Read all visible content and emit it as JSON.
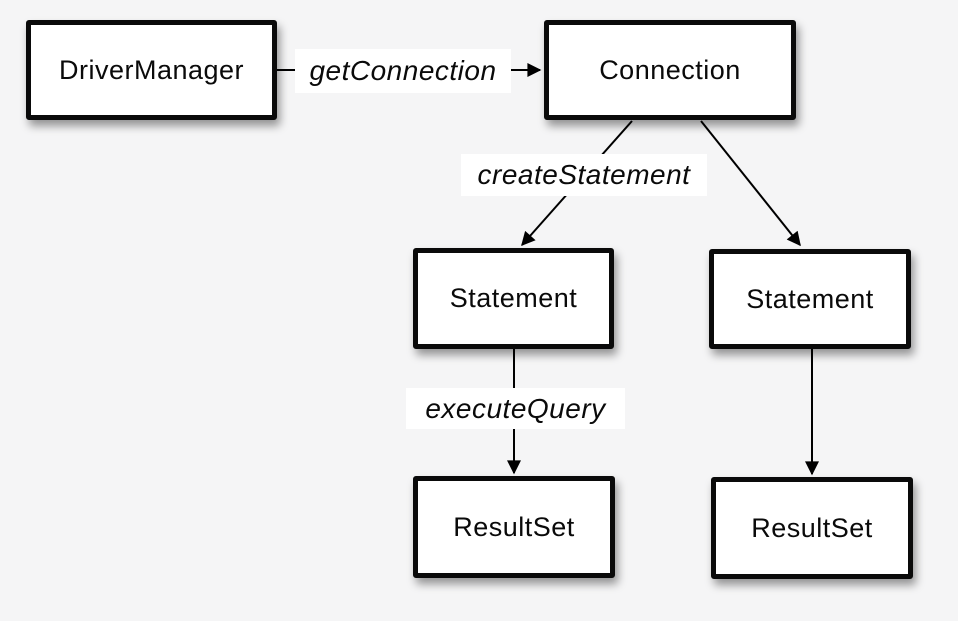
{
  "diagram": {
    "colors": {
      "background": "#f5f5f6",
      "node_fill": "#ffffff",
      "node_border": "#0a0a0a",
      "line": "#000000",
      "edge_label_background": "#ffffff"
    },
    "nodes": [
      {
        "label": "DriverManager"
      },
      {
        "label": "Connection"
      },
      {
        "label": "Statement"
      },
      {
        "label": "Statement"
      },
      {
        "label": "ResultSet"
      },
      {
        "label": "ResultSet"
      }
    ],
    "edges": [
      {
        "from": "DriverManager",
        "to": "Connection",
        "label": "getConnection"
      },
      {
        "from": "Connection",
        "to": "Statement (left)",
        "label": "createStatement"
      },
      {
        "from": "Connection",
        "to": "Statement (right)",
        "label": ""
      },
      {
        "from": "Statement (left)",
        "to": "ResultSet (left)",
        "label": "executeQuery"
      },
      {
        "from": "Statement (right)",
        "to": "ResultSet (right)",
        "label": ""
      }
    ]
  }
}
